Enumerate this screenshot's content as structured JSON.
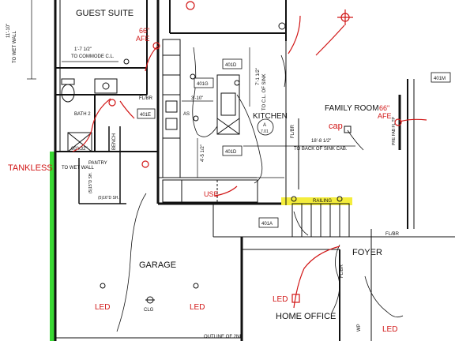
{
  "labels": {
    "guest_suite": "GUEST SUITE",
    "kitchen": "KITCHEN",
    "family_room": "FAMILY ROOM",
    "garage": "GARAGE",
    "foyer": "FOYER",
    "home_office": "HOME OFFICE",
    "pantry": "PANTRY",
    "bath": "BATH 2",
    "bench": "BENCH",
    "railing": "RAILING",
    "to_wet_wall_top": "TO WET WALL",
    "to_wet_wall_mid": "TO WET WALL",
    "to_commode": "TO COMMODE C.L.",
    "to_cl_sink": "TO C.L. OF SINK",
    "to_back_sink": "TO BACK OF SINK CAB.",
    "outline_2nd": "OUTLINE OF 2ND",
    "dim_11_10": "11'-10\"",
    "dim_1_7": "1'-7 1/2\"",
    "dim_7_1": "7'-1 1/2\"",
    "dim_3_10": "3'-10\"",
    "dim_18_8": "18'-8 1/2\"",
    "dim_4_5": "4'-5 1/2\"",
    "shower_60": "60\"x32\"",
    "flbr_1": "FL/BR",
    "flbr_2": "FL/BR",
    "flbr_3": "FL/BR",
    "flbr_4": "FL/BR",
    "pre_fab": "PRE FAB FL TP",
    "tag_401m": "401M",
    "tag_401d_top": "401D",
    "tag_401g": "401G",
    "tag_401e": "401E",
    "tag_401d_bot": "401D",
    "tag_401a": "401A",
    "tag_a701_top": "A",
    "tag_a701_bot": "7.01",
    "as_label": "AS",
    "shelf_15": "(5)15\"D SH.",
    "shelf_16": "(5)16\"D SH.",
    "clg": "CLG",
    "wp": "WP"
  },
  "annotations": {
    "afe_left_1": "66\"",
    "afe_left_2": "AFE",
    "afe_right_1": "66\"",
    "afe_right_2": "AFE",
    "cap": "cap",
    "tankless": "TANKLESS",
    "use": "USE",
    "led_1": "LED",
    "led_2": "LED",
    "led_3": "LED",
    "led_4": "LED"
  },
  "colors": {
    "ink": "#111111",
    "markup_red": "#d11616",
    "highlight_green": "#39d833",
    "highlight_yellow": "#f2ea1a"
  }
}
